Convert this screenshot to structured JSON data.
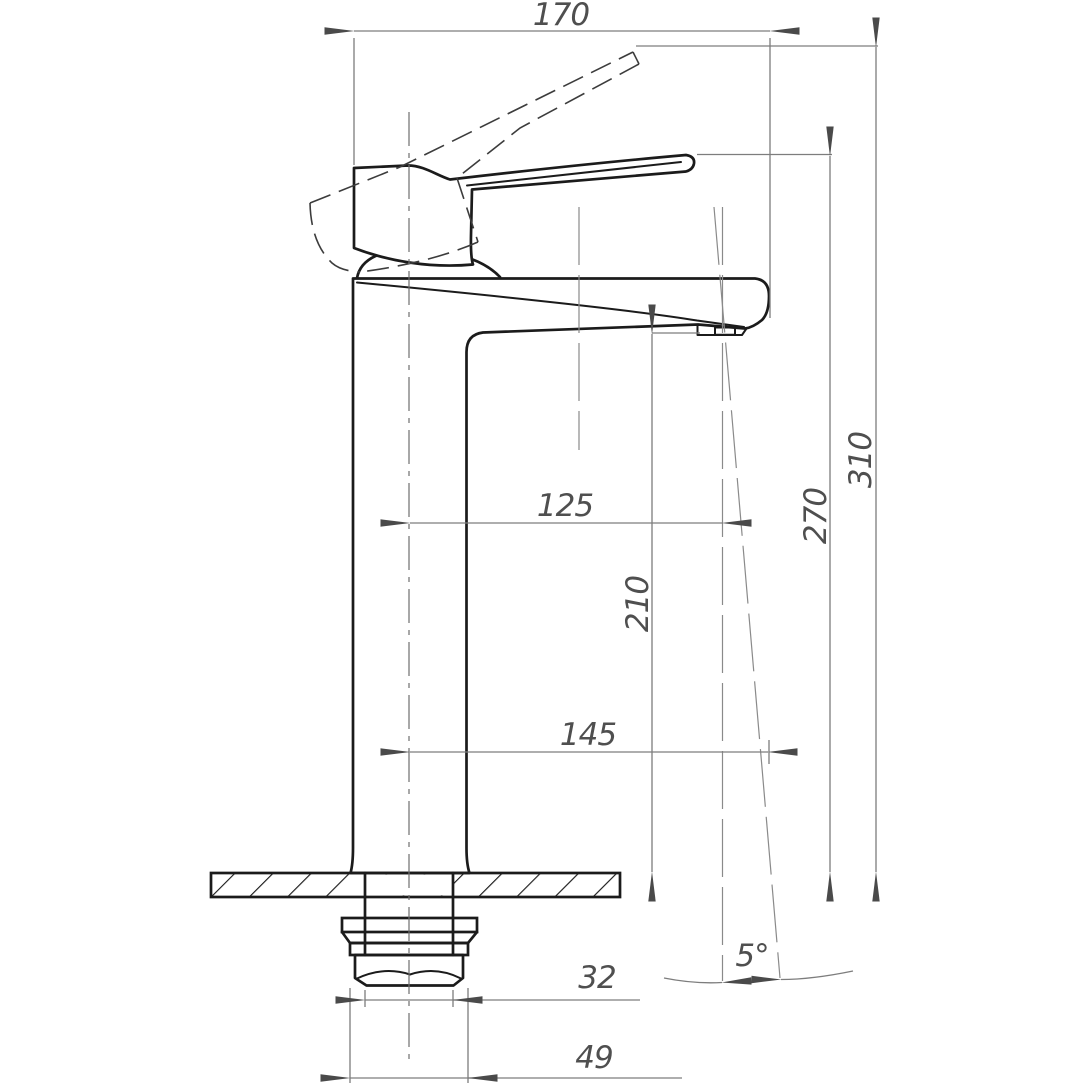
{
  "drawing": {
    "kind": "technical dimension drawing",
    "subject": "single-lever tall basin mixer faucet, side elevation",
    "colors": {
      "background": "#ffffff",
      "outline": "#1b1b1b",
      "dimension_lines": "#7d7d7d",
      "arrowheads": "#4a4a4a",
      "dimension_text": "#4f4f4f"
    }
  },
  "dimensions": {
    "spout_reach": {
      "label": "170"
    },
    "overall_height": {
      "label": "310"
    },
    "spout_height": {
      "label": "270"
    },
    "aerator_height": {
      "label": "210"
    },
    "center_to_aerator": {
      "label": "125"
    },
    "center_to_spout_tip": {
      "label": "145"
    },
    "shank_diameter": {
      "label": "32"
    },
    "base_nut_width": {
      "label": "49"
    },
    "stream_angle": {
      "label": "5°"
    }
  }
}
